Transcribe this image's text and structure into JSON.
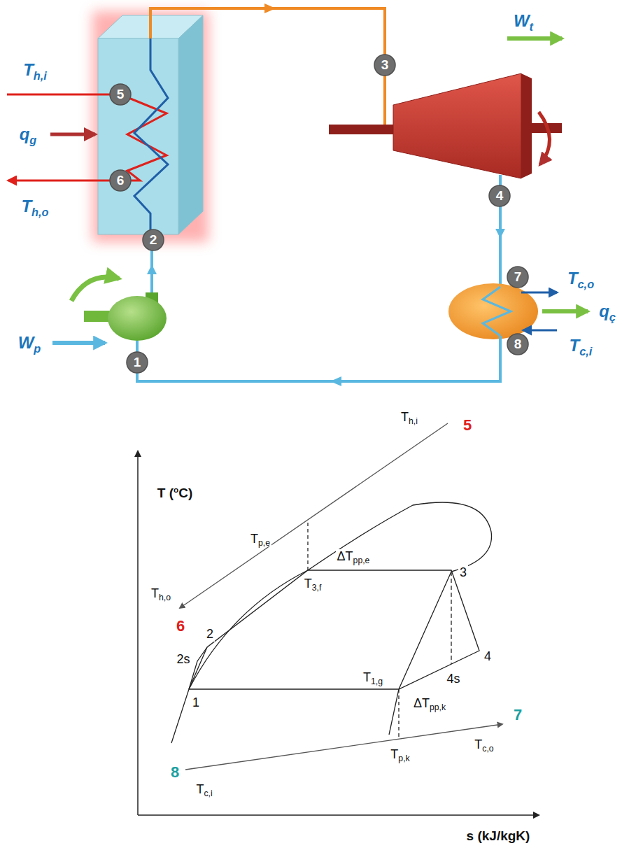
{
  "diagram": {
    "nodes": [
      {
        "text": [
          "3"
        ]
      },
      {
        "text": [
          "5"
        ]
      },
      {
        "text": [
          "6"
        ]
      },
      {
        "text": [
          "4"
        ]
      },
      {
        "text": [
          "2"
        ]
      },
      {
        "text": [
          "7"
        ]
      },
      {
        "text": [
          "8"
        ]
      },
      {
        "text": [
          "1"
        ]
      }
    ],
    "labels": [
      "Th,i",
      "qg",
      "Th,o",
      "Wt",
      "Tc,o",
      "qç",
      "Tc,i",
      "Wp",
      "T (oC)",
      "s (kJ/kgK)",
      "Th,i",
      "5",
      "Tp,e",
      "ΔTpp,e",
      "T3,f",
      "3",
      "Th,o",
      "6",
      "2",
      "2s",
      "1",
      "T1,g",
      "4s",
      "4",
      "ΔTpp,k",
      "7",
      "Tp,k",
      "Tc,o",
      "8",
      "Tc,i"
    ]
  }
}
